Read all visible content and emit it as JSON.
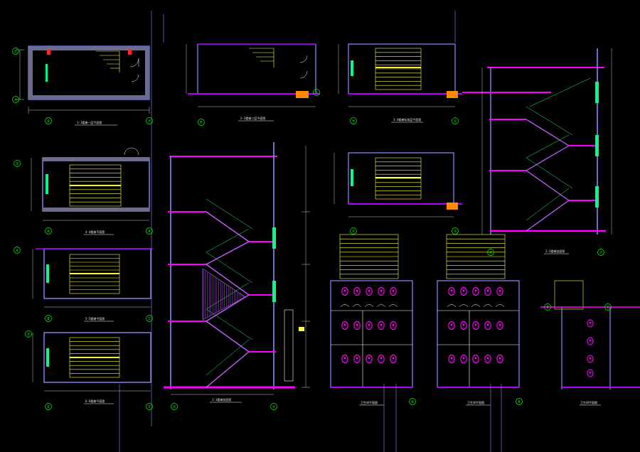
{
  "drawing": {
    "background": "#000000",
    "colors": {
      "wall_outer": "#8a8aff",
      "wall_fill": "#6c6c8c",
      "slab": "#b000ff",
      "magenta": "#ff00ff",
      "stair": "#ffff44",
      "stair_dark": "#d4d400",
      "grid_axis": "#00ff00",
      "dim_line": "#ffffff",
      "cyan": "#00e5ff",
      "red": "#ff2a2a",
      "orange": "#ff8a00",
      "green_line": "#1eff6a",
      "hatch": "#c05cff"
    },
    "sheet_note": "",
    "axis_tags": [
      "①",
      "②",
      "③",
      "④",
      "⑤",
      "⑥",
      "⑦",
      "⑧",
      "A",
      "B",
      "C",
      "D",
      "E",
      "F",
      "G",
      "H"
    ],
    "views": [
      {
        "id": "plan-1",
        "kind": "stair-plan",
        "title": "1-1楼梯一层平面图"
      },
      {
        "id": "plan-2",
        "kind": "stair-plan",
        "title": "2-2楼梯二层平面图"
      },
      {
        "id": "plan-3",
        "kind": "stair-plan",
        "title": "3-3楼梯标准层平面图"
      },
      {
        "id": "plan-4",
        "kind": "stair-plan",
        "title": "4-4楼梯平面图"
      },
      {
        "id": "plan-5",
        "kind": "stair-plan",
        "title": "5-5楼梯平面图"
      },
      {
        "id": "plan-6",
        "kind": "stair-plan",
        "title": "6-6楼梯平面图"
      },
      {
        "id": "plan-7",
        "kind": "stair-plan",
        "title": "7-7楼梯平面图"
      },
      {
        "id": "section-1",
        "kind": "stair-section",
        "title": "1-1楼梯剖面图"
      },
      {
        "id": "section-2",
        "kind": "stair-section",
        "title": "2-2楼梯剖面图"
      },
      {
        "id": "toilet-1",
        "kind": "toilet-plan",
        "title": "卫生间平面图"
      },
      {
        "id": "toilet-2",
        "kind": "toilet-plan",
        "title": "卫生间平面图"
      },
      {
        "id": "toilet-3",
        "kind": "toilet-plan",
        "title": "卫生间平面图"
      }
    ]
  }
}
